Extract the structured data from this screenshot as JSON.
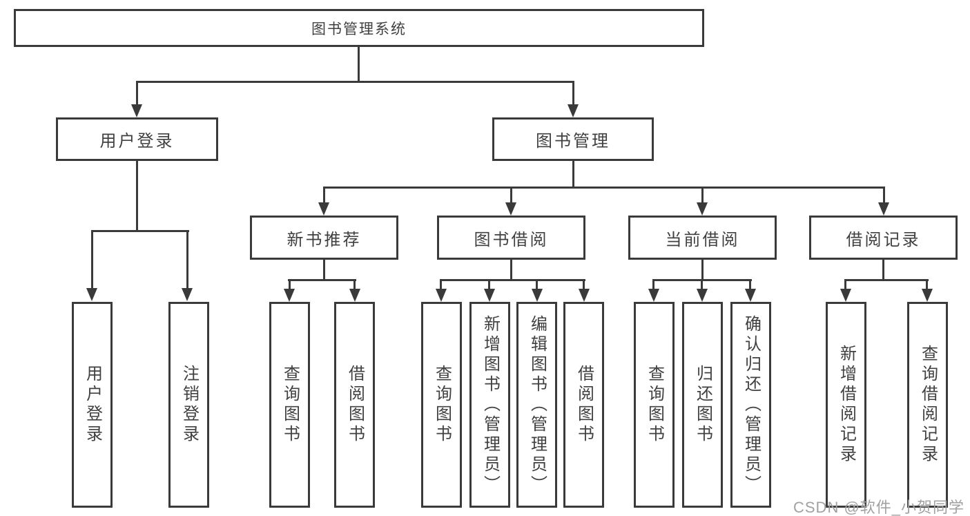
{
  "diagram": {
    "type": "hierarchy",
    "tree": {
      "label": "图书管理系统",
      "children": [
        {
          "label": "用户登录",
          "children": [
            {
              "label": "用户登录"
            },
            {
              "label": "注销登录"
            }
          ]
        },
        {
          "label": "图书管理",
          "children": [
            {
              "label": "新书推荐",
              "children": [
                {
                  "label": "查询图书"
                },
                {
                  "label": "借阅图书"
                }
              ]
            },
            {
              "label": "图书借阅",
              "children": [
                {
                  "label": "查询图书"
                },
                {
                  "label": "新增图书（管理员）"
                },
                {
                  "label": "编辑图书（管理员）"
                },
                {
                  "label": "借阅图书"
                }
              ]
            },
            {
              "label": "当前借阅",
              "children": [
                {
                  "label": "查询图书"
                },
                {
                  "label": "归还图书"
                },
                {
                  "label": "确认归还（管理员）"
                }
              ]
            },
            {
              "label": "借阅记录",
              "children": [
                {
                  "label": "新增借阅记录"
                },
                {
                  "label": "查询借阅记录"
                }
              ]
            }
          ]
        }
      ]
    }
  },
  "watermark": {
    "text": "CSDN @软件_小贺同学"
  },
  "colors": {
    "line": "#3a3a3a",
    "text": "#404040",
    "background": "#ffffff",
    "watermark": "#a1a1a1"
  }
}
